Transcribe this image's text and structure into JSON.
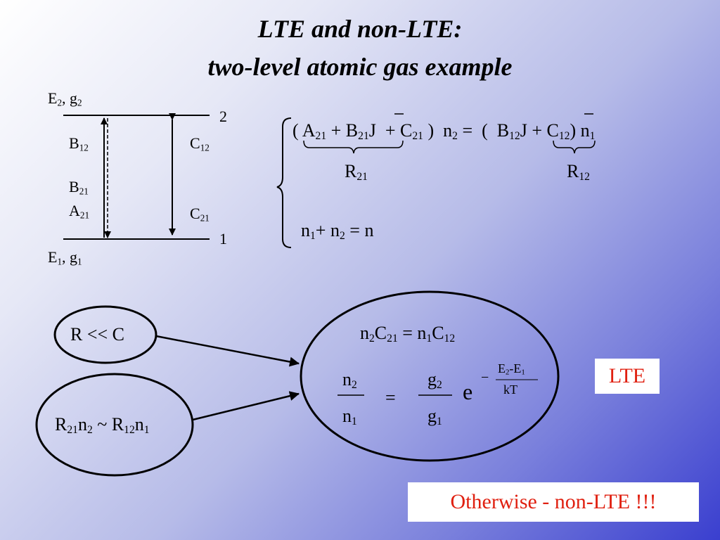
{
  "title": {
    "line1": "LTE and non-LTE:",
    "line2": "two-level atomic gas example"
  },
  "levels": {
    "upper_label": {
      "E": "E",
      "E_sub": "2",
      "sep": ", ",
      "g": "g",
      "g_sub": "2"
    },
    "lower_label": {
      "E": "E",
      "E_sub": "1",
      "sep": ", ",
      "g": "g",
      "g_sub": "1"
    },
    "upper_number": "2",
    "lower_number": "1"
  },
  "transitions": {
    "B12": {
      "main": "B",
      "sub": "12"
    },
    "B21": {
      "main": "B",
      "sub": "21"
    },
    "A21": {
      "main": "A",
      "sub": "21"
    },
    "C12": {
      "main": "C",
      "sub": "12"
    },
    "C21": {
      "main": "C",
      "sub": "21"
    }
  },
  "system": {
    "eq1": {
      "open": "(",
      "A": "A",
      "A_sub": "21",
      "plus1": "+",
      "B": "B",
      "B_sub": "21",
      "J": "J",
      "plus2": "+",
      "C": "C",
      "C_sub": "21",
      "close": ")",
      "n2": "n",
      "n2_sub": "2",
      "eq": "=",
      "open2": "(",
      "B12": "B",
      "B12_sub": "12",
      "J2": "J",
      "plus3": "+",
      "C12": "C",
      "C12_sub": "12",
      "close2": ")",
      "n1": "n",
      "n1_sub": "1"
    },
    "R21": {
      "main": "R",
      "sub": "21"
    },
    "R12": {
      "main": "R",
      "sub": "12"
    },
    "eq2": {
      "n1": "n",
      "n1_sub": "1",
      "plus": "+",
      "n2": "n",
      "n2_sub": "2",
      "eq": "=",
      "n": "n"
    }
  },
  "conditions": {
    "left_top": "R << C",
    "left_bottom": {
      "R21": "R",
      "R21_sub": "21",
      "n2": "n",
      "n2_sub": "2",
      "tilde": " ~ ",
      "R12": "R",
      "R12_sub": "12",
      "n1": "n",
      "n1_sub": "1"
    },
    "result_eq": {
      "n2": "n",
      "n2_sub": "2",
      "C21": "C",
      "C21_sub": "21",
      "eq": " = ",
      "n1": "n",
      "n1_sub": "1",
      "C12": "C",
      "C12_sub": "12"
    },
    "boltzmann": {
      "num_n": "n",
      "num_sub": "2",
      "den_n": "n",
      "den_sub": "1",
      "eq": "=",
      "g_num": "g",
      "g_num_sub": "2",
      "g_den": "g",
      "g_den_sub": "1",
      "e": "e",
      "minus": "−",
      "exp_num_E2": "E",
      "exp_num_E2_sub": "2",
      "exp_dash": "-",
      "exp_num_E1": "E",
      "exp_num_E1_sub": "1",
      "exp_den": "kT"
    }
  },
  "lte_label": "LTE",
  "non_lte_label": "Otherwise - non-LTE !!!",
  "colors": {
    "highlight_text": "#e02010",
    "gradient_end": "#3a3fcf"
  }
}
